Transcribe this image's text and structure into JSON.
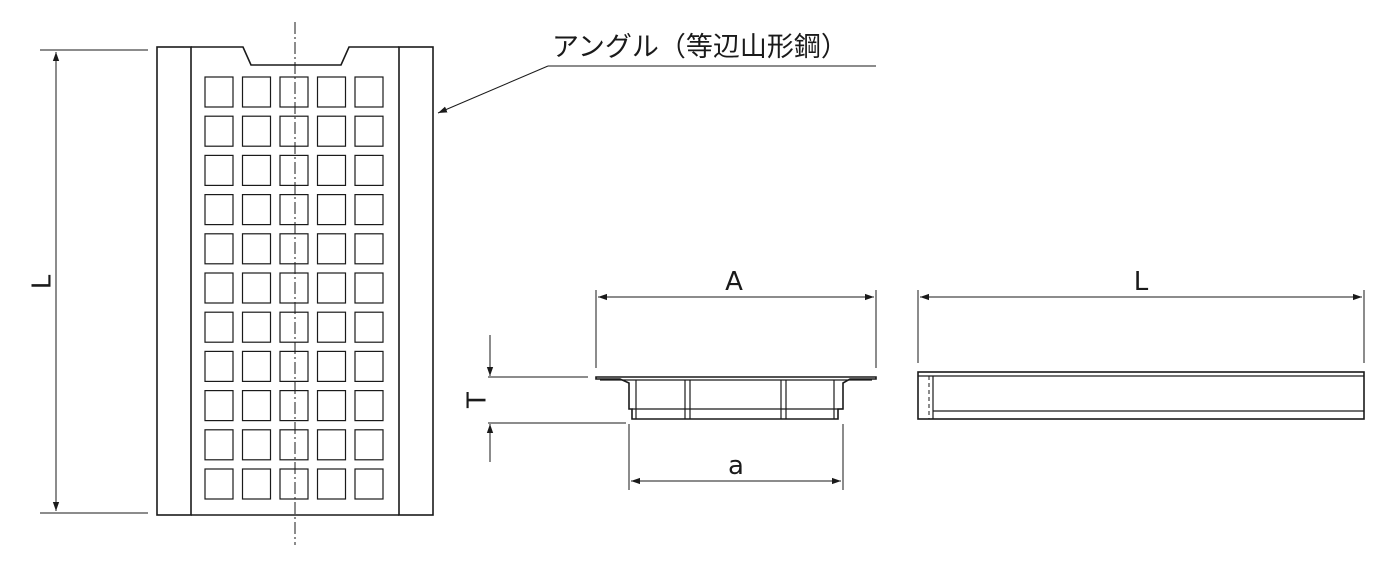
{
  "callout": {
    "text": "アングル（等辺山形鋼）"
  },
  "dimensions": {
    "plan_length": "L",
    "front_width_outer": "A",
    "front_height": "T",
    "front_width_inner": "a",
    "side_length": "L"
  },
  "grating": {
    "rows": 11,
    "columns": 5
  }
}
